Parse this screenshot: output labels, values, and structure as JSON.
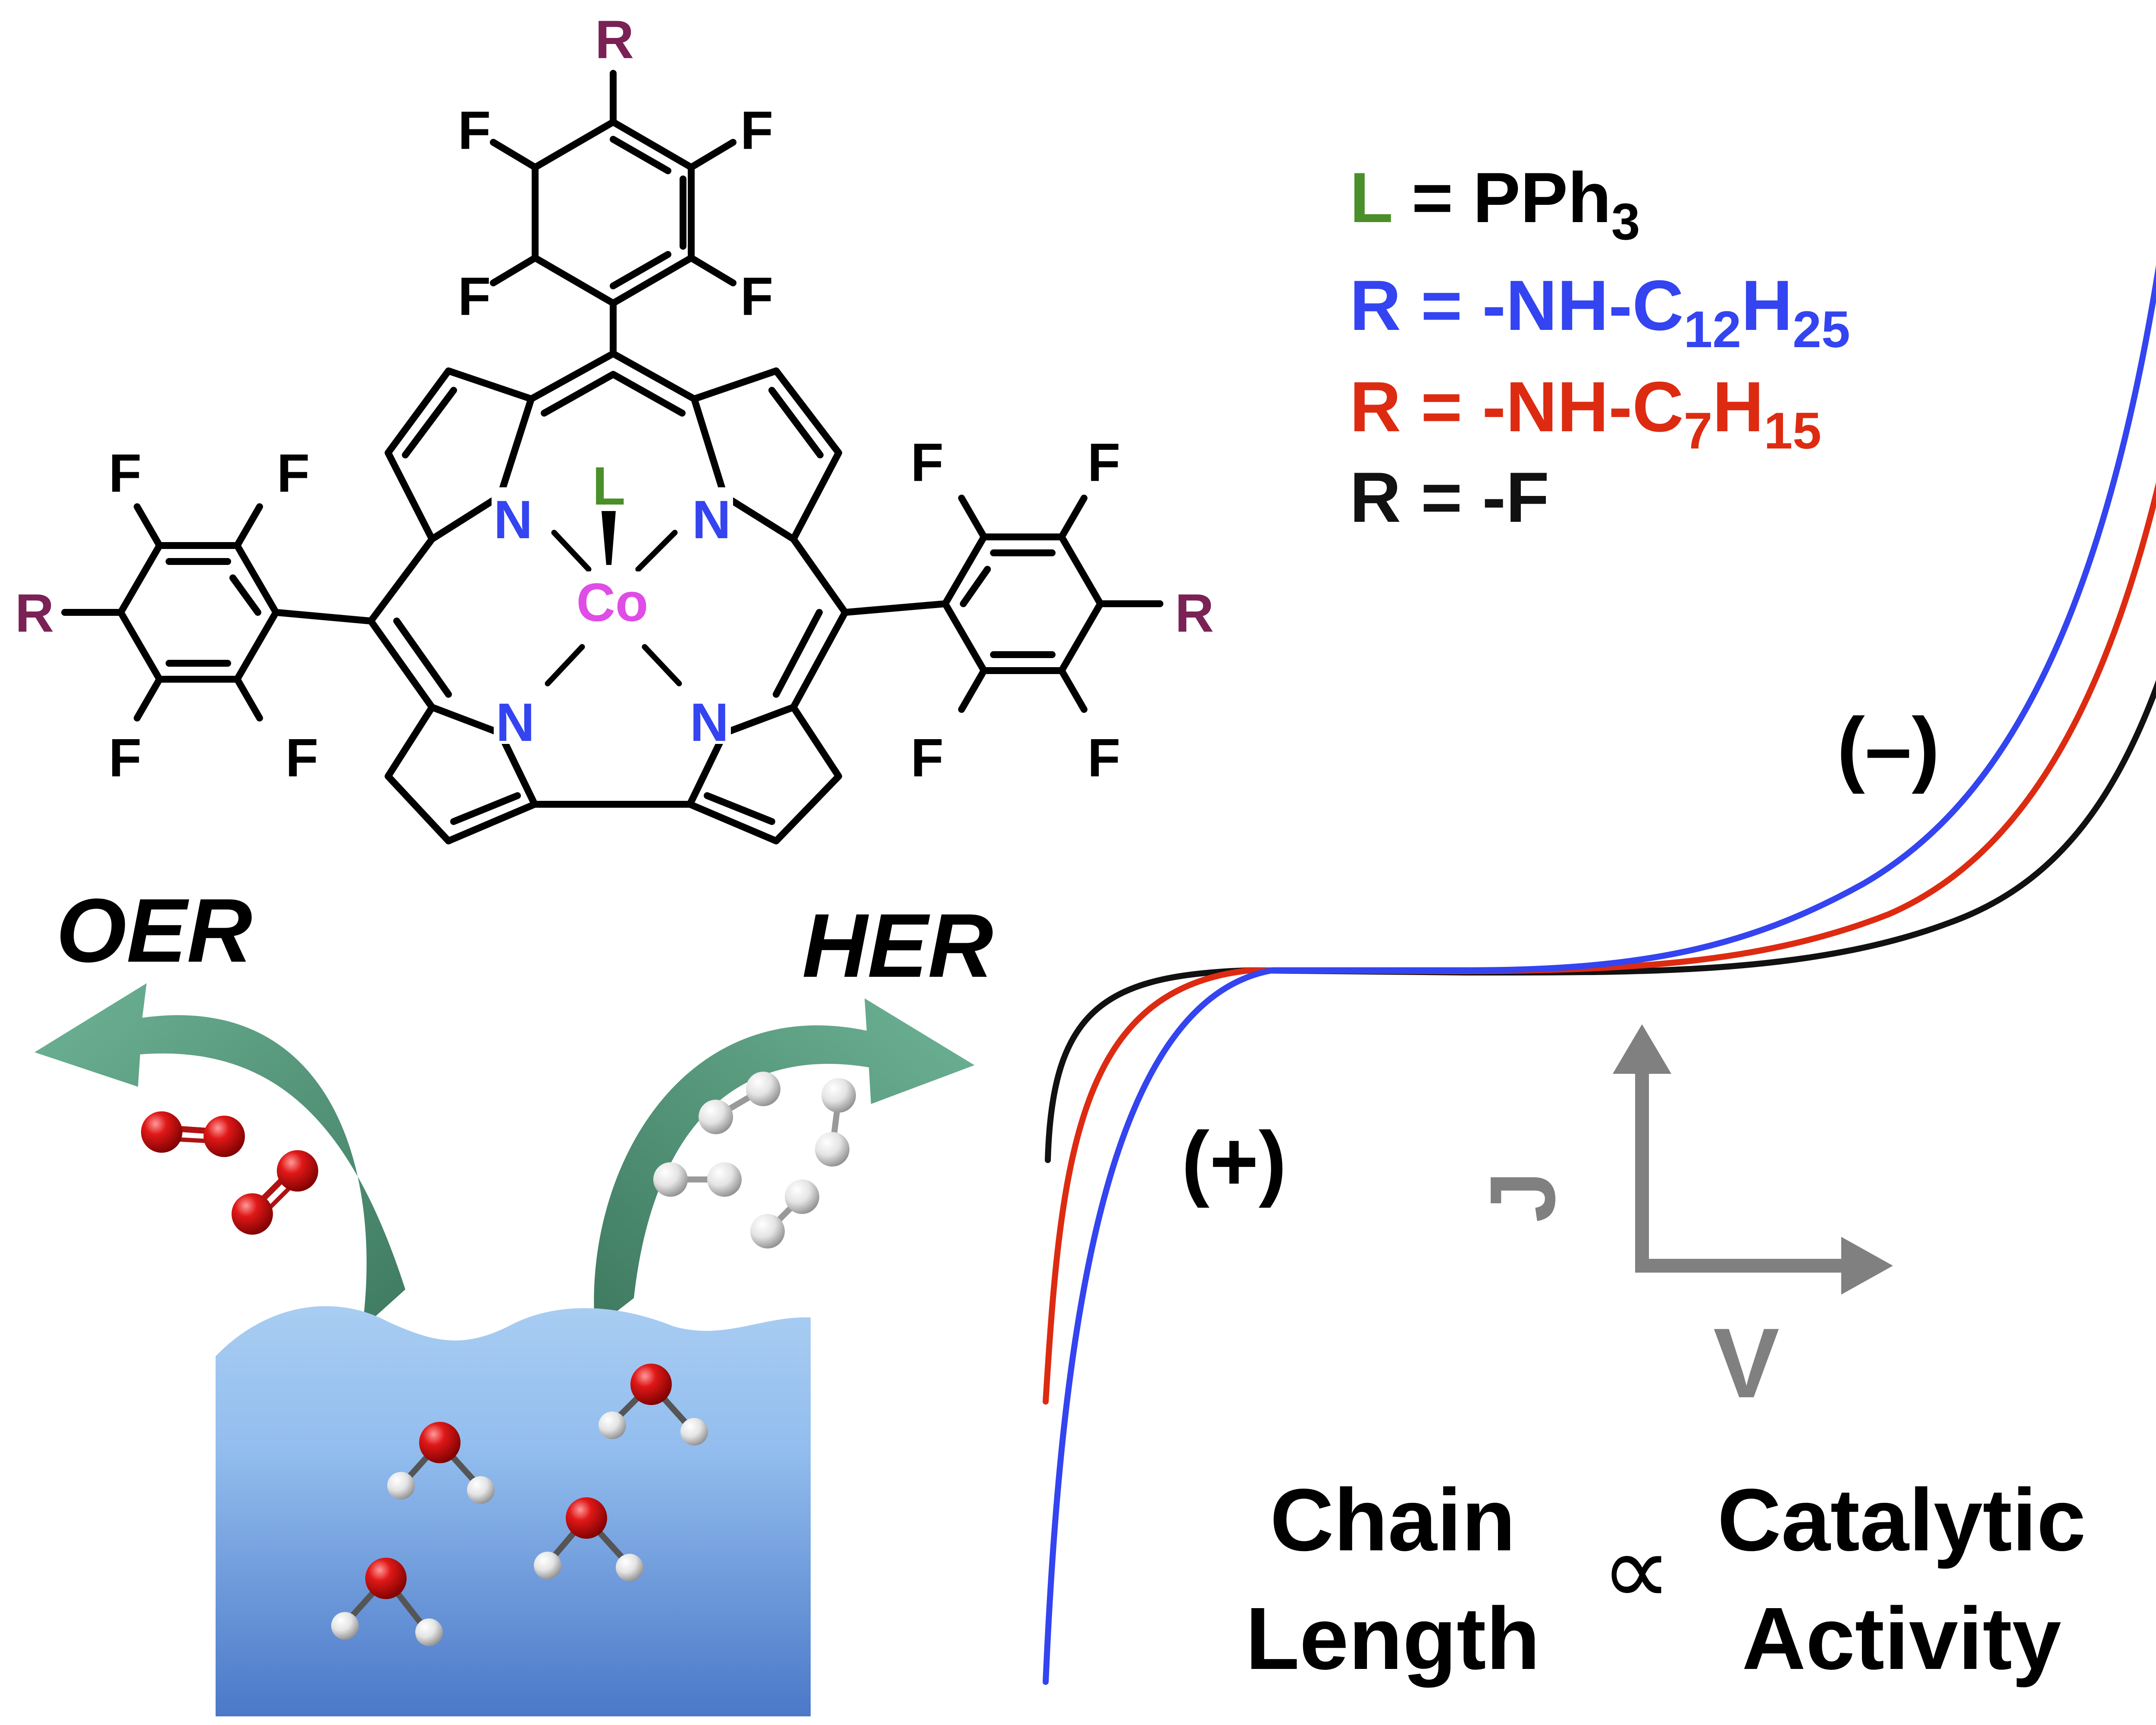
{
  "structure": {
    "metal": "Co",
    "axial_ligand": "L",
    "nitrogen": "N",
    "fluorine": "F",
    "substituent": "R"
  },
  "legend": {
    "ligand": {
      "symbol": "L",
      "eq": " = PPh",
      "sub": "3"
    },
    "entries": [
      {
        "parts": [
          {
            "t": "R = -NH-C"
          },
          {
            "t": "12",
            "sub": true
          },
          {
            "t": "H"
          },
          {
            "t": "25",
            "sub": true
          }
        ],
        "color": "#3344f0"
      },
      {
        "parts": [
          {
            "t": "R = -NH-C"
          },
          {
            "t": "7",
            "sub": true
          },
          {
            "t": "H"
          },
          {
            "t": "15",
            "sub": true
          }
        ],
        "color": "#dd2b12"
      },
      {
        "parts": [
          {
            "t": "R = -F"
          }
        ],
        "color": "#111111"
      }
    ]
  },
  "reactions": {
    "left": "OER",
    "right": "HER"
  },
  "plot": {
    "positive": "(+)",
    "negative": "(–)",
    "axis_x": "V",
    "axis_y": "J"
  },
  "conclusion": {
    "left": [
      "Chain",
      "Length"
    ],
    "symbol": "∝",
    "right": [
      "Catalytic",
      "Activity"
    ]
  },
  "colors": {
    "ligand": "#4b8f2a",
    "metal": "#e04ce6",
    "nitrogen": "#3344f0",
    "r_group": "#7a2155",
    "blue": "#3344f0",
    "red": "#dd2b12",
    "black": "#111111",
    "axes": "#808080",
    "arrow": "#5a9e82",
    "oxygen": "#cc1010",
    "hydrogen": "#e8e8e8"
  }
}
